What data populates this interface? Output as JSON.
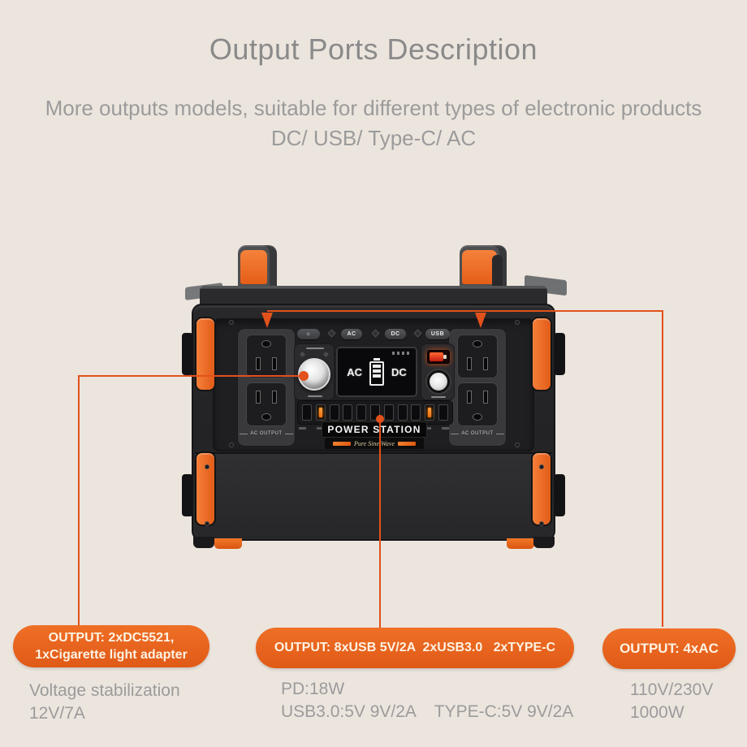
{
  "theme": {
    "background": "#ECE5DE",
    "accent_orange": "#E8651F",
    "connector_orange": "#E2511B",
    "title_gray": "#8A8A8A",
    "text_gray": "#9B9B9B",
    "pill_text": "#FDF3E4",
    "device_dark": "#232325",
    "device_frame": "#161618",
    "handle_orange": "#EE6F2D"
  },
  "header": {
    "title": "Output Ports Description",
    "subtitle_line1": "More outputs models, suitable for different types of electronic products",
    "subtitle_line2": "DC/ USB/ Type-C/ AC"
  },
  "icons": {
    "light_button_glyph": "☼"
  },
  "device": {
    "brand": "POWER  STATION",
    "tagline": "Pure Sine Wave",
    "buttons": {
      "ac": "AC",
      "dc": "DC",
      "usb": "USB"
    },
    "lcd": {
      "left": "AC",
      "right": "DC"
    },
    "ac_output_label": "AC OUTPUT"
  },
  "callouts": {
    "dc": {
      "pill_line1": "OUTPUT: 2xDC5521,",
      "pill_line2": "1xCigarette light adapter",
      "specs": [
        "Voltage stabilization",
        "12V/7A"
      ]
    },
    "usb": {
      "pill": "OUTPUT: 8xUSB 5V/2A  2xUSB3.0   2xTYPE-C",
      "specs": [
        "PD:18W",
        "USB3.0:5V 9V/2A    TYPE-C:5V 9V/2A"
      ]
    },
    "ac": {
      "pill": "OUTPUT: 4xAC",
      "specs": [
        "110V/230V",
        "1000W"
      ]
    }
  }
}
